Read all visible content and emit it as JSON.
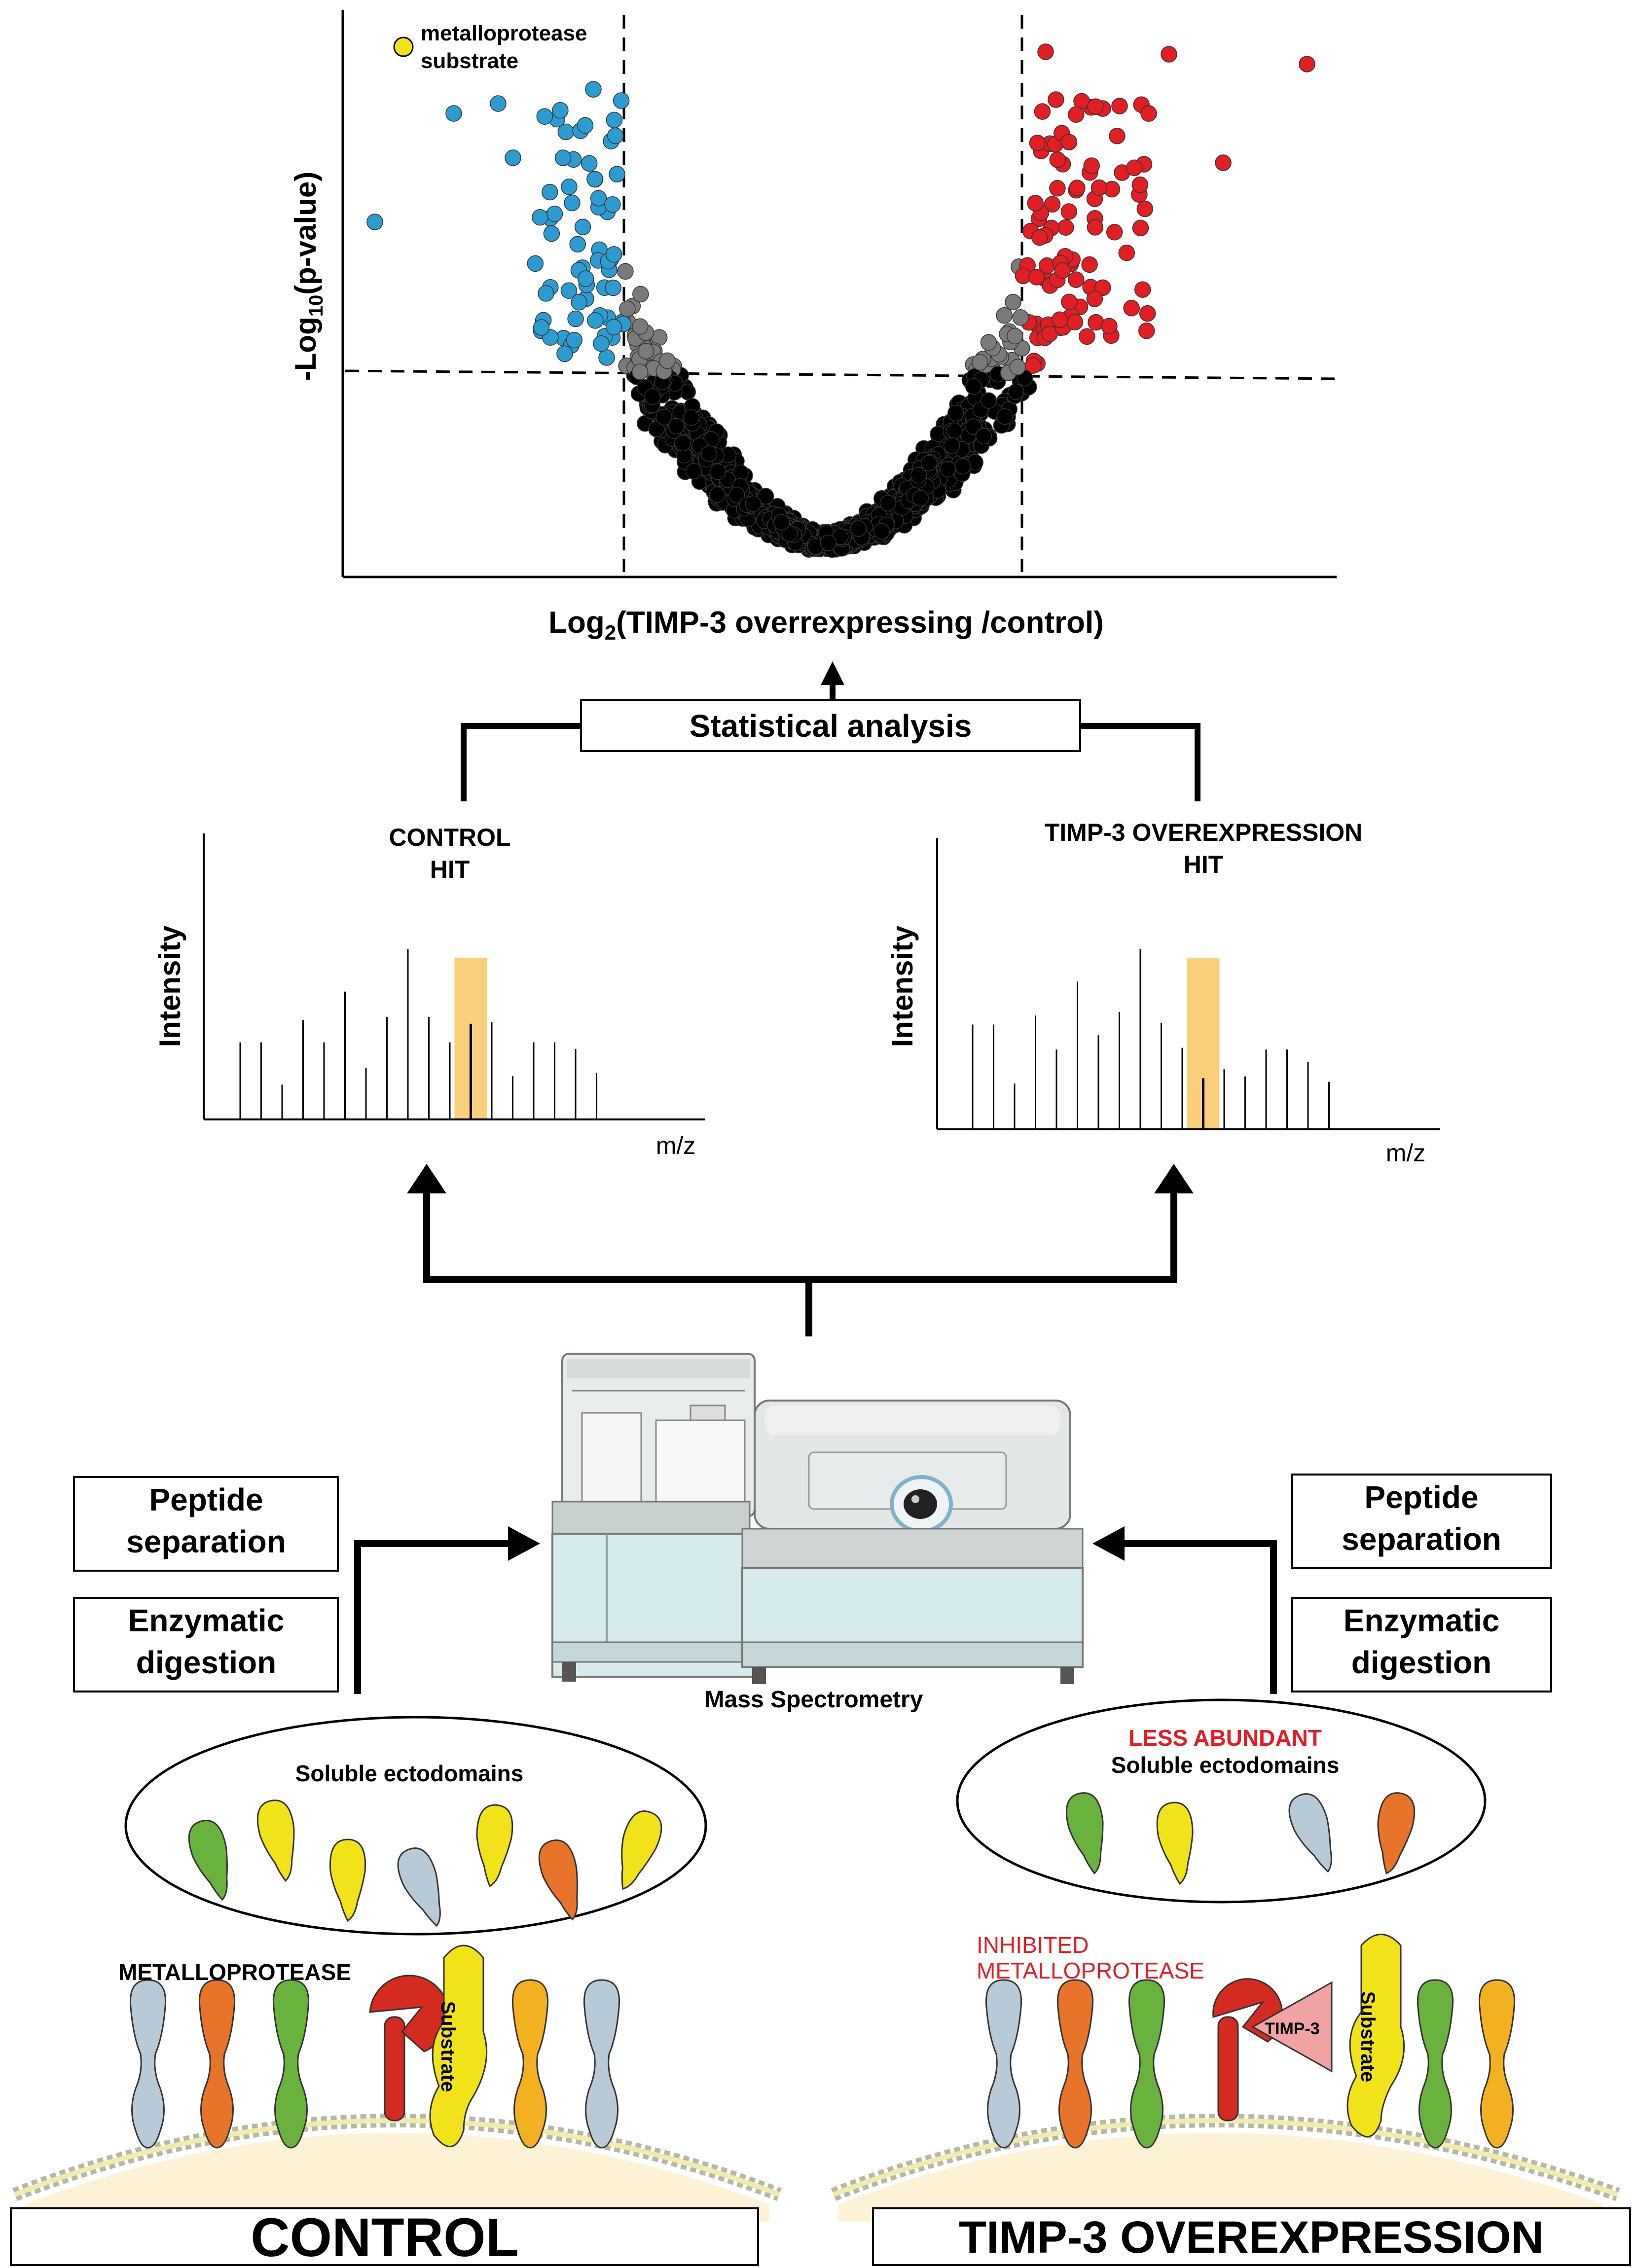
{
  "volcano": {
    "legend_label_line1": "metalloprotease",
    "legend_label_line2": "substrate",
    "ylabel_prefix": "-Log",
    "ylabel_sub": "10",
    "ylabel_suffix": "(p-value)",
    "xlabel_prefix": "Log",
    "xlabel_sub": "2",
    "xlabel_suffix": "(TIMP-3 overrexpressing /control)",
    "colors": {
      "down": "#2b9bd1",
      "up": "#e01e24",
      "sig_ns": "#7a7a7a",
      "ns": "#000000",
      "substrate": "#f2e21a"
    }
  },
  "stats_box": {
    "label": "Statistical analysis"
  },
  "spectrum_left": {
    "title_line1": "CONTROL",
    "title_line2": "HIT",
    "ylabel": "Intensity",
    "xlabel": "m/z",
    "peaks": [
      0.45,
      0.45,
      0.2,
      0.58,
      0.45,
      0.75,
      0.3,
      0.6,
      1.0,
      0.6,
      0.45,
      0.6,
      0.57,
      0.25,
      0.45,
      0.45,
      0.41,
      0.27
    ],
    "hit_peak": 0.56,
    "hit_index": 11,
    "highlight_color": "#f9c35a"
  },
  "spectrum_right": {
    "title_line1": "TIMP-3 OVEREXPRESSION",
    "title_line2": "HIT",
    "ylabel": "Intensity",
    "xlabel": "m/z",
    "peaks": [
      0.58,
      0.58,
      0.25,
      0.63,
      0.44,
      0.82,
      0.52,
      0.65,
      1.0,
      0.59,
      0.45,
      0.6,
      0.33,
      0.29,
      0.44,
      0.44,
      0.37,
      0.26
    ],
    "hit_peak": 0.28,
    "hit_index": 11,
    "highlight_color": "#f9c35a"
  },
  "left_steps": {
    "peptide": [
      "Peptide",
      "separation"
    ],
    "enzymatic": [
      "Enzymatic",
      "digestion"
    ]
  },
  "right_steps": {
    "peptide": [
      "Peptide",
      "separation"
    ],
    "enzymatic": [
      "Enzymatic",
      "digestion"
    ]
  },
  "instrument_label": "Mass Spectrometry",
  "left_ellipse": {
    "title": "Soluble ectodomains"
  },
  "right_ellipse": {
    "warning": "LESS ABUNDANT",
    "title": "Soluble ectodomains",
    "warning_color": "#e01e24"
  },
  "left_cell": {
    "enzyme_label": "METALLOPROTEASE",
    "substrate_label": "Substrate"
  },
  "right_cell": {
    "enzyme_label_line1": "INHIBITED",
    "enzyme_label_line2": "METALLOPROTEASE",
    "inhibitor_label": "TIMP-3",
    "substrate_label": "Substrate",
    "label_color": "#e01e24"
  },
  "conditions": {
    "left": "CONTROL",
    "right": "TIMP-3 OVEREXPRESSION"
  },
  "protein_colors": {
    "green": "#6ab23e",
    "yellow": "#f2e21a",
    "blue": "#b8cad8",
    "orange": "#e8742a",
    "gold": "#f3b122",
    "red": "#d42a20",
    "pink": "#f1a3a3"
  }
}
